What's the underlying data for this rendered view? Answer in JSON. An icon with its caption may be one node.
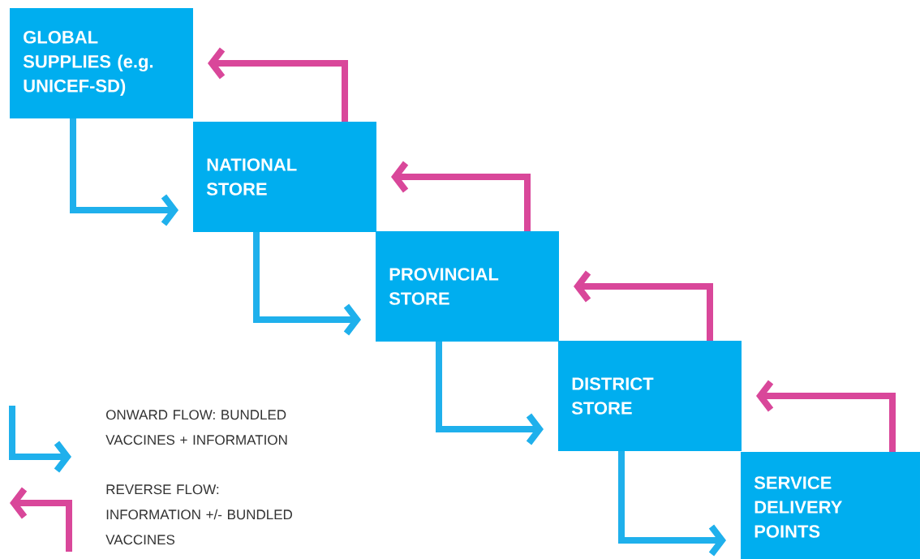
{
  "diagram": {
    "nodes": [
      {
        "text": [
          "GLOBAL SUPPLIES (e.g. UNICEF-SD)"
        ]
      },
      {
        "text": [
          "NATIONAL STORE"
        ]
      },
      {
        "text": [
          "PROVINCIAL STORE"
        ]
      },
      {
        "text": [
          "DISTRICT STORE"
        ]
      },
      {
        "text": [
          "SERVICE DELIVERY POINTS"
        ]
      }
    ],
    "edges": [
      {
        "from": 0,
        "to": 1,
        "arrow": "to"
      },
      {
        "from": 1,
        "to": 0,
        "arrow": "to",
        "color": "#d9479a"
      },
      {
        "from": 1,
        "to": 2,
        "arrow": "to"
      },
      {
        "from": 2,
        "to": 1,
        "arrow": "to",
        "color": "#d9479a"
      },
      {
        "from": 2,
        "to": 3,
        "arrow": "to"
      },
      {
        "from": 3,
        "to": 2,
        "arrow": "to",
        "color": "#d9479a"
      },
      {
        "from": 3,
        "to": 4,
        "arrow": "to"
      },
      {
        "from": 4,
        "to": 3,
        "arrow": "to",
        "color": "#d9479a"
      }
    ],
    "legend": [
      {
        "text": "ONWARD FLOW: BUNDLED VACCINES + INFORMATION"
      },
      {
        "text": "REVERSE FLOW: INFORMATION +/- BUNDLED VACCINES"
      }
    ]
  }
}
